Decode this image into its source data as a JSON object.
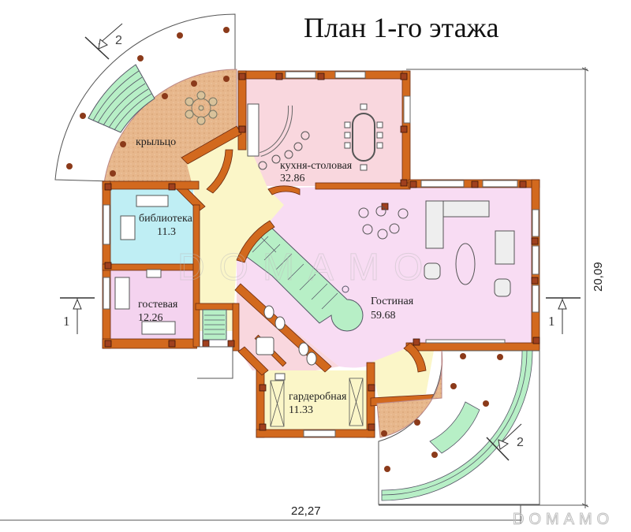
{
  "title": "План 1-го этажа",
  "rooms": [
    {
      "id": "porch-top",
      "name": "крыльцо",
      "area": ""
    },
    {
      "id": "kitchen",
      "name": "кухня-столовая",
      "area": "32.86"
    },
    {
      "id": "library",
      "name": "библиотека",
      "area": "11.3"
    },
    {
      "id": "guest",
      "name": "гостевая",
      "area": "12.26"
    },
    {
      "id": "living",
      "name": "Гостиная",
      "area": "59.68"
    },
    {
      "id": "wardrobe",
      "name": "гардеробная",
      "area": "11.33"
    }
  ],
  "dimensions": {
    "width": "22,27",
    "height": "20,09"
  },
  "section_marks": {
    "section_1_left": "1",
    "section_1_right": "1",
    "section_2_top": "2",
    "section_2_bottom": "2"
  },
  "watermark": {
    "center": "DOMAMO",
    "corner": "DOMAMO"
  },
  "colors": {
    "wall": "#d2691e",
    "wall_dark": "#8b3a1a",
    "column": "#a0401e",
    "kitchen_fill": "#f9d7de",
    "living_fill": "#f8dcf3",
    "hall_fill": "#fbf6c8",
    "library_fill": "#bfeef4",
    "guest_fill": "#f4d3ef",
    "porch_fill": "#e9b98e",
    "stairs_fill": "#b7efc6",
    "wardrobe_fill": "#fbf6c8"
  }
}
